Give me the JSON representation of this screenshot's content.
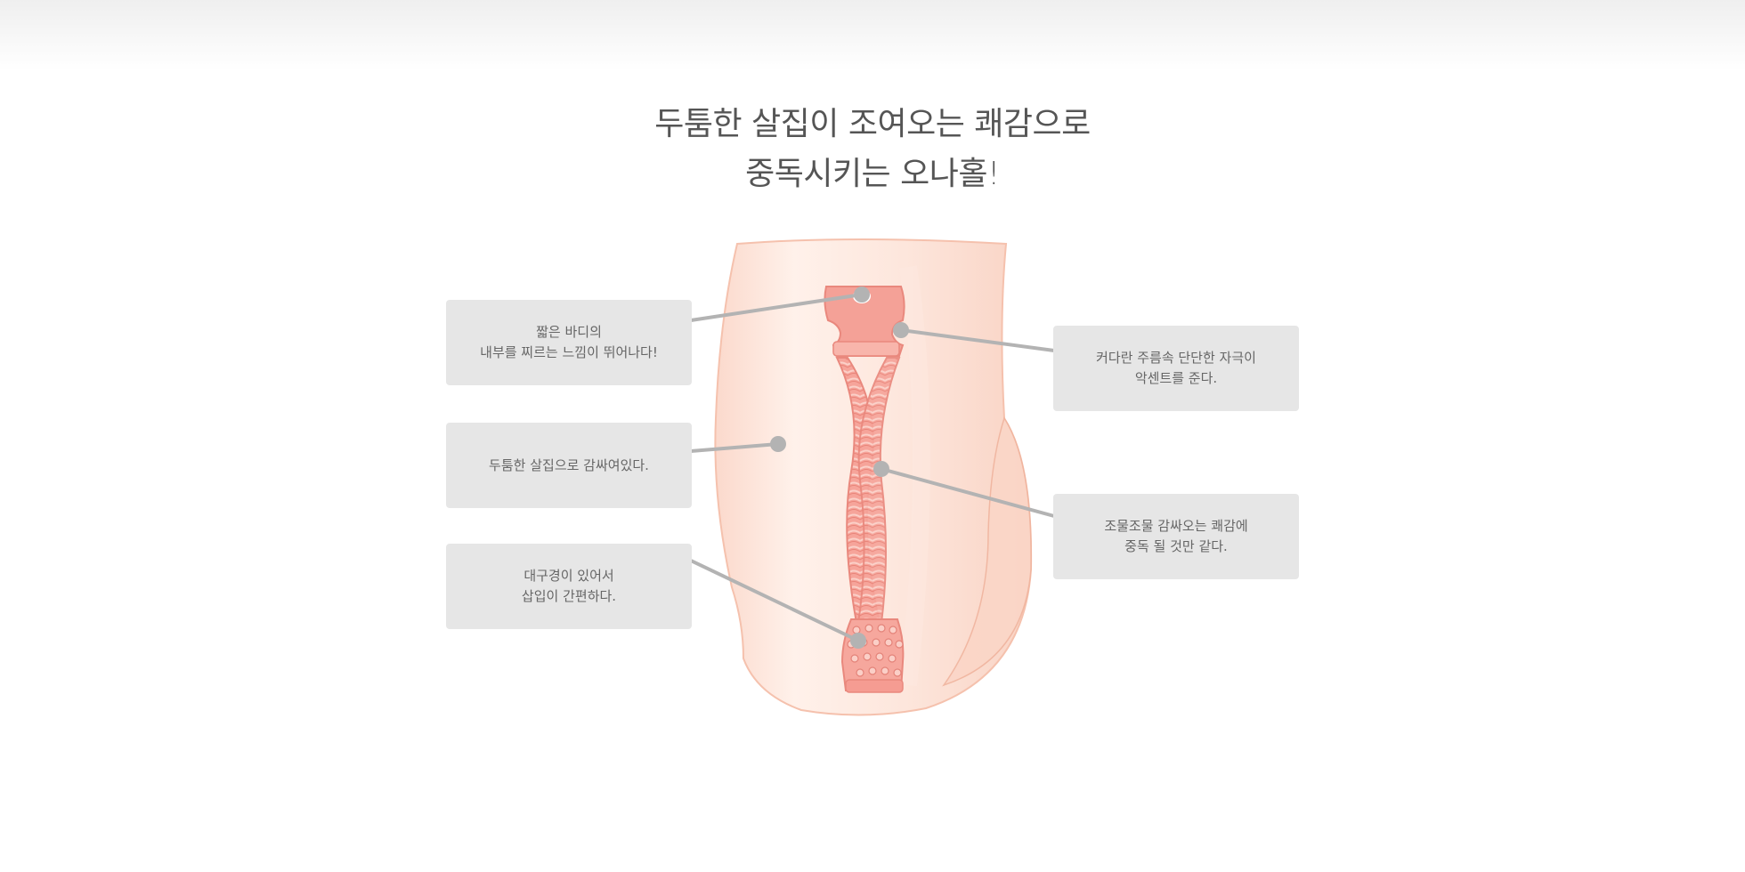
{
  "headline": {
    "line1": "두툼한 살집이 조여오는 쾌감으로",
    "line2": "중독시키는 오나홀!"
  },
  "callouts": [
    {
      "id": "short-body",
      "lines": [
        "짧은 바디의",
        "내부를 찌르는 느낌이 뛰어나다!"
      ]
    },
    {
      "id": "thick-flesh",
      "lines": [
        "두툼한 살집으로 감싸여있다."
      ]
    },
    {
      "id": "wide-opening",
      "lines": [
        "대구경이 있어서",
        "삽입이 간편하다."
      ]
    },
    {
      "id": "large-wrinkles",
      "lines": [
        "커다란 주름속 단단한 자극이",
        "악센트를 준다."
      ]
    },
    {
      "id": "wrapping-pleasure",
      "lines": [
        "조물조물 감싸오는 쾌감에",
        "중독 될 것만 같다."
      ]
    }
  ],
  "colors": {
    "callout_bg": "#e6e6e6",
    "callout_text": "#666666",
    "leader_line": "#b3b3b3",
    "body_fill": "#fde3d8",
    "canal_fill": "#f4a49a"
  }
}
